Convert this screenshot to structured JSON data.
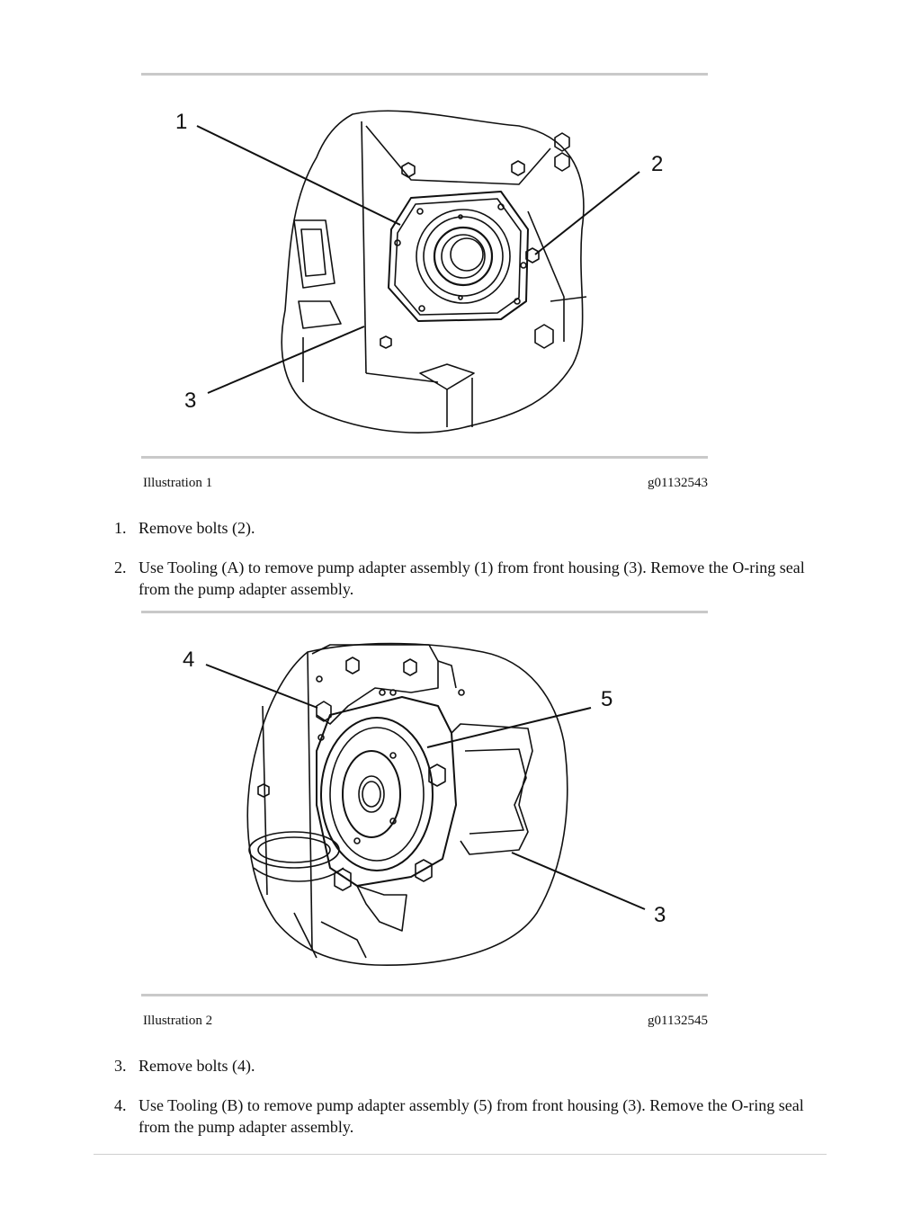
{
  "illustrations": [
    {
      "caption": "Illustration 1",
      "code": "g01132543",
      "callouts": [
        "1",
        "2",
        "3"
      ]
    },
    {
      "caption": "Illustration 2",
      "code": "g01132545",
      "callouts": [
        "4",
        "5",
        "3"
      ]
    }
  ],
  "steps": [
    {
      "number": "1.",
      "text": "Remove bolts (2)."
    },
    {
      "number": "2.",
      "text": "Use Tooling (A) to remove pump adapter assembly (1) from front housing (3). Remove the O-ring seal from the pump adapter assembly."
    },
    {
      "number": "3.",
      "text": "Remove bolts (4)."
    },
    {
      "number": "4.",
      "text": "Use Tooling (B) to remove pump adapter assembly (5) from front housing (3). Remove the O-ring seal from the pump adapter assembly."
    }
  ]
}
